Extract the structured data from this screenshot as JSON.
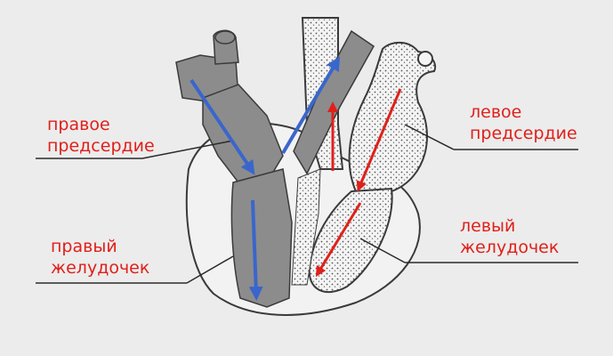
{
  "labels": {
    "right_atrium": [
      "правое",
      "предсердие"
    ],
    "right_ventricle": [
      "правый",
      "желудочек"
    ],
    "left_atrium": [
      "левое",
      "предсердие"
    ],
    "left_ventricle": [
      "левый",
      "желудочек"
    ]
  },
  "colors": {
    "background": "#ececec",
    "deoxygenated_gray": "#8c8c8c",
    "outline": "#3a3a3a",
    "label_red": "#e0201a",
    "arrow_blue": "#3a66cc",
    "arrow_red": "#e0201a"
  }
}
